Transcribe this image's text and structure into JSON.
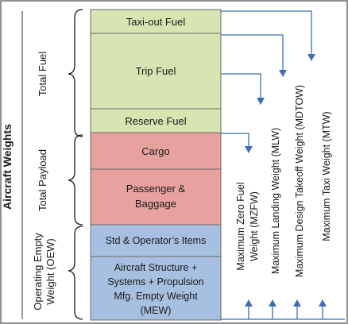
{
  "diagram": {
    "side_title": "Aircraft Weights",
    "groups": [
      {
        "id": "total-fuel",
        "label": "Total Fuel"
      },
      {
        "id": "total-payload",
        "label": "Total Payload"
      },
      {
        "id": "oew",
        "label_line1": "Operating Empty",
        "label_line2": "Weight (OEW)"
      }
    ],
    "blocks": [
      {
        "id": "taxi-out-fuel",
        "lines": [
          "Taxi-out Fuel"
        ],
        "fill": "#d8e4b2"
      },
      {
        "id": "trip-fuel",
        "lines": [
          "Trip Fuel"
        ],
        "fill": "#d8e4b2"
      },
      {
        "id": "reserve-fuel",
        "lines": [
          "Reserve Fuel"
        ],
        "fill": "#d8e4b2"
      },
      {
        "id": "cargo",
        "lines": [
          "Cargo"
        ],
        "fill": "#e7a19f"
      },
      {
        "id": "passenger-baggage",
        "lines": [
          "Passenger &",
          "Baggage"
        ],
        "fill": "#e7a19f"
      },
      {
        "id": "std-operators-items",
        "lines": [
          "Std & Operator’s Items"
        ],
        "fill": "#a7bfe0"
      },
      {
        "id": "aircraft-structure",
        "lines": [
          "Aircraft Structure +",
          "Systems + Propulsion",
          "Mfg. Empty Weight",
          "(MEW)"
        ],
        "fill": "#a7bfe0"
      }
    ],
    "weights": [
      {
        "id": "mzfw",
        "line1": "Maximum Zero Fuel",
        "line2": "Weight (MZFW)"
      },
      {
        "id": "mlw",
        "line1": "Maximum Landing Weight (MLW)"
      },
      {
        "id": "mdtow",
        "line1": "Maximum Design Takeoff Weight (MDTOW)"
      },
      {
        "id": "mtw",
        "line1": "Maximum Taxi Weight (MTW)"
      }
    ],
    "colors": {
      "border": "#6b6b6b",
      "line": "#3f6fb0",
      "text": "#1a1a1a"
    }
  }
}
